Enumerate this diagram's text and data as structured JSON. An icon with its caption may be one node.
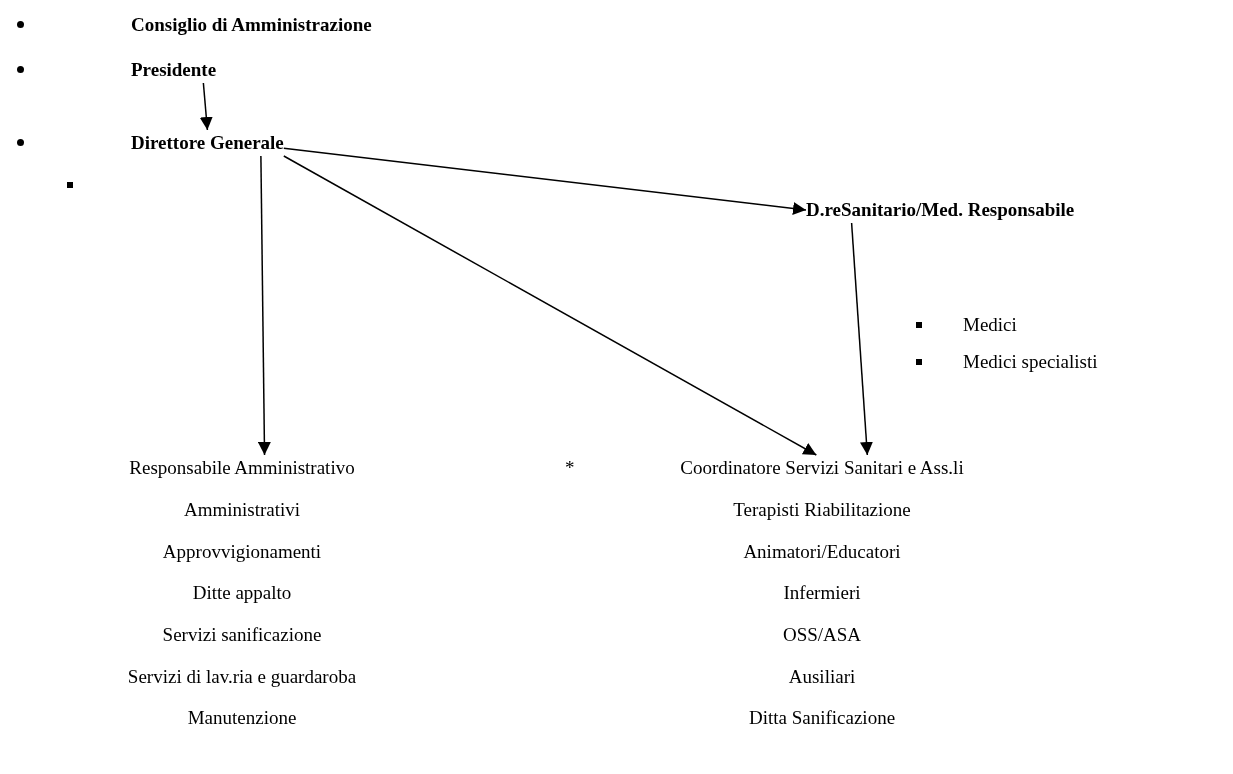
{
  "diagram": {
    "nodes": [
      {
        "text": [
          "Consiglio di Amministrazione"
        ]
      },
      {
        "text": [
          "Presidente"
        ]
      },
      {
        "text": [
          "Direttore Generale"
        ]
      },
      {
        "text": [
          "D.reSanitario/Med. Responsabile"
        ]
      },
      {
        "text": [
          "Responsabile Amministrativo"
        ]
      },
      {
        "text": [
          "Coordinatore Servizi Sanitari e Ass.li"
        ]
      }
    ],
    "edges": [
      {
        "from": 1,
        "to": 2,
        "arrow": "to"
      },
      {
        "from": 2,
        "to": 3,
        "arrow": "to"
      },
      {
        "from": 2,
        "to": 4,
        "arrow": "to"
      },
      {
        "from": 2,
        "to": 5,
        "arrow": "to"
      },
      {
        "from": 3,
        "to": 5,
        "arrow": "to"
      }
    ],
    "labels": [
      "Medici",
      "Medici specialisti",
      "*",
      "Amministrativi",
      "Terapisti Riabilitazione",
      "Approvvigionamenti",
      "Animatori/Educatori",
      "Ditte appalto",
      "Infermieri",
      "Servizi sanificazione",
      "OSS/ASA",
      "Servizi di lav.ria e guardaroba",
      "Ausiliari",
      "Manutenzione",
      "Ditta Sanificazione"
    ]
  }
}
